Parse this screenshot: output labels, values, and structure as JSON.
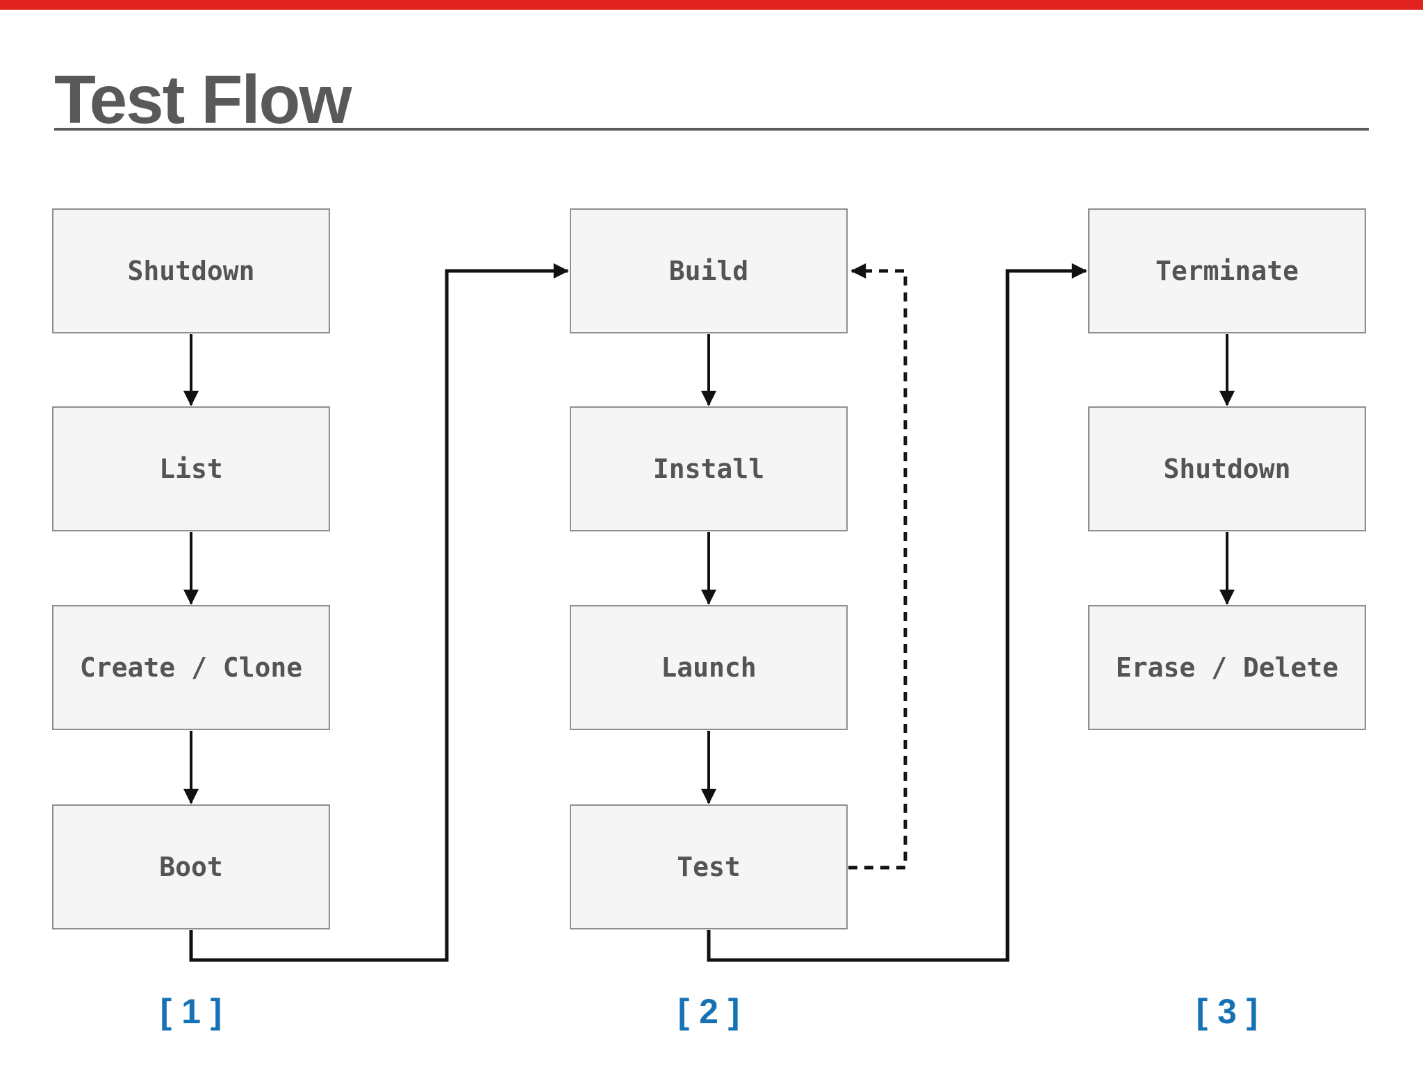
{
  "page": {
    "title": "Test Flow"
  },
  "colors": {
    "accent_bar": "#e0231f",
    "label_blue": "#1573b5",
    "box_fill": "#f5f5f5",
    "box_border": "#8f8f8f",
    "ink": "#545454",
    "line_black": "#111111",
    "title_gray": "#595959"
  },
  "columns": [
    {
      "label": "[ 1 ]",
      "boxes": [
        "Shutdown",
        "List",
        "Create / Clone",
        "Boot"
      ]
    },
    {
      "label": "[ 2 ]",
      "boxes": [
        "Build",
        "Install",
        "Launch",
        "Test"
      ]
    },
    {
      "label": "[ 3 ]",
      "boxes": [
        "Terminate",
        "Shutdown",
        "Erase / Delete"
      ]
    }
  ],
  "connections": [
    {
      "from": "Shutdown (1)",
      "to": "List",
      "style": "solid"
    },
    {
      "from": "List",
      "to": "Create / Clone",
      "style": "solid"
    },
    {
      "from": "Create / Clone",
      "to": "Boot",
      "style": "solid"
    },
    {
      "from": "Boot",
      "to": "Build",
      "style": "solid-elbow"
    },
    {
      "from": "Build",
      "to": "Install",
      "style": "solid"
    },
    {
      "from": "Install",
      "to": "Launch",
      "style": "solid"
    },
    {
      "from": "Launch",
      "to": "Test",
      "style": "solid"
    },
    {
      "from": "Test",
      "to": "Terminate",
      "style": "solid-elbow"
    },
    {
      "from": "Test",
      "to": "Build",
      "style": "dashed-elbow"
    },
    {
      "from": "Terminate",
      "to": "Shutdown (3)",
      "style": "solid"
    },
    {
      "from": "Shutdown (3)",
      "to": "Erase / Delete",
      "style": "solid"
    }
  ]
}
